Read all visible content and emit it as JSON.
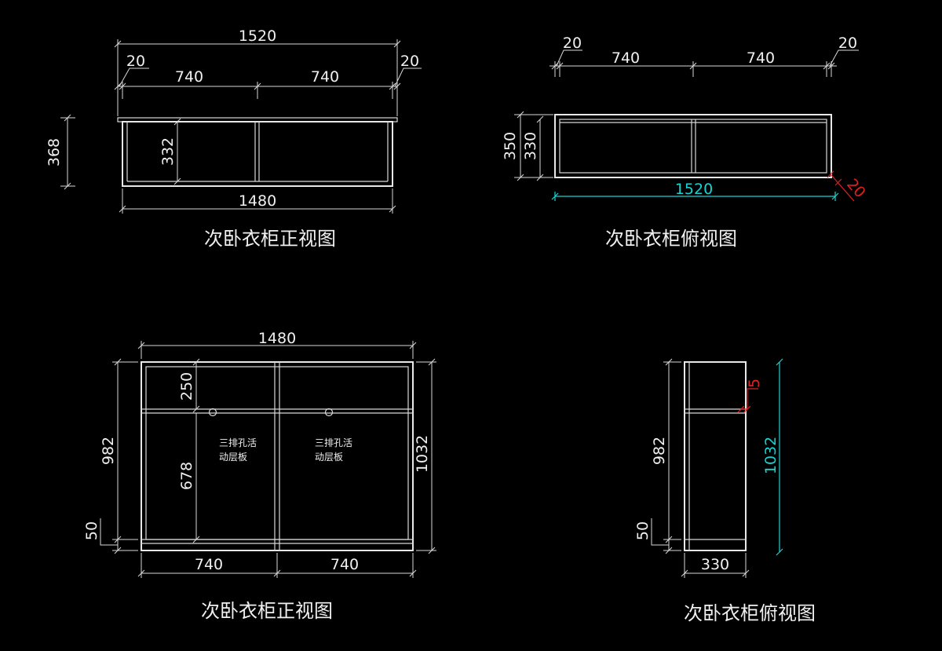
{
  "views": {
    "front_top": {
      "title": "次卧衣柜正视图",
      "dims": {
        "overall_width": "1520",
        "side_left": "20",
        "side_right": "20",
        "bay_left": "740",
        "bay_right": "740",
        "height_outer": "368",
        "height_inner": "332",
        "bottom_width": "1480"
      }
    },
    "plan_top": {
      "title": "次卧衣柜俯视图",
      "dims": {
        "side_left": "20",
        "side_right": "20",
        "bay_left": "740",
        "bay_right": "740",
        "depth_outer": "350",
        "depth_inner": "330",
        "overall_width": "1520",
        "corner_mark": "20"
      }
    },
    "front_bottom": {
      "title": "次卧衣柜正视图",
      "dims": {
        "top_width": "1480",
        "shelf_gap": "250",
        "inner_height": "678",
        "height_left": "982",
        "base": "50",
        "height_right": "1032",
        "bay_left": "740",
        "bay_right": "740"
      },
      "notes": {
        "left_line1": "三排孔活",
        "left_line2": "动层板",
        "right_line1": "三排孔活",
        "right_line2": "动层板"
      }
    },
    "side_bottom": {
      "title": "次卧衣柜俯视图",
      "dims": {
        "height_left": "982",
        "base": "50",
        "depth": "330",
        "height_right": "1032",
        "offset": "5"
      }
    }
  },
  "colors": {
    "background": "#000000",
    "line": "#e8e8e8",
    "cyan_dim": "#19d3d3",
    "red_dim": "#e02020"
  }
}
